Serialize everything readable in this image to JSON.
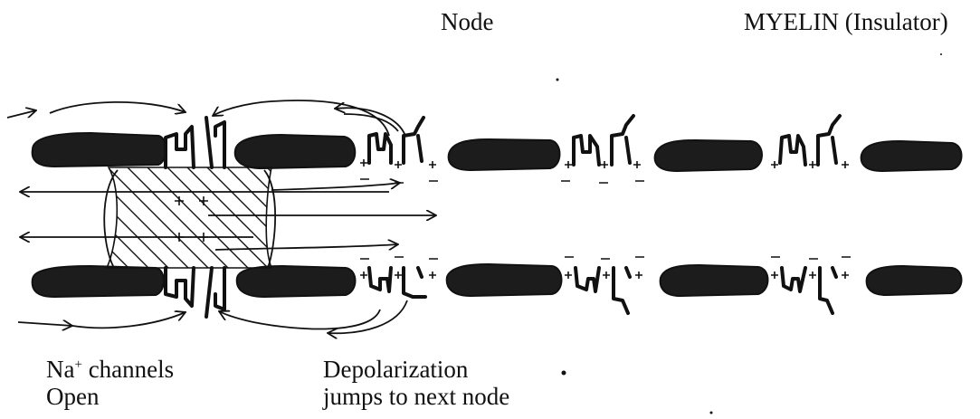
{
  "labels": {
    "node": "Node",
    "myelin": "MYELIN (Insulator)",
    "na_prefix": "Na",
    "na_sup": "+",
    "na_channels": " channels",
    "open": "Open",
    "depolarization": "Depolarization",
    "jumps": "jumps to next node"
  },
  "colors": {
    "ink": "#111111",
    "myelin_fill": "#1c1c1c"
  }
}
